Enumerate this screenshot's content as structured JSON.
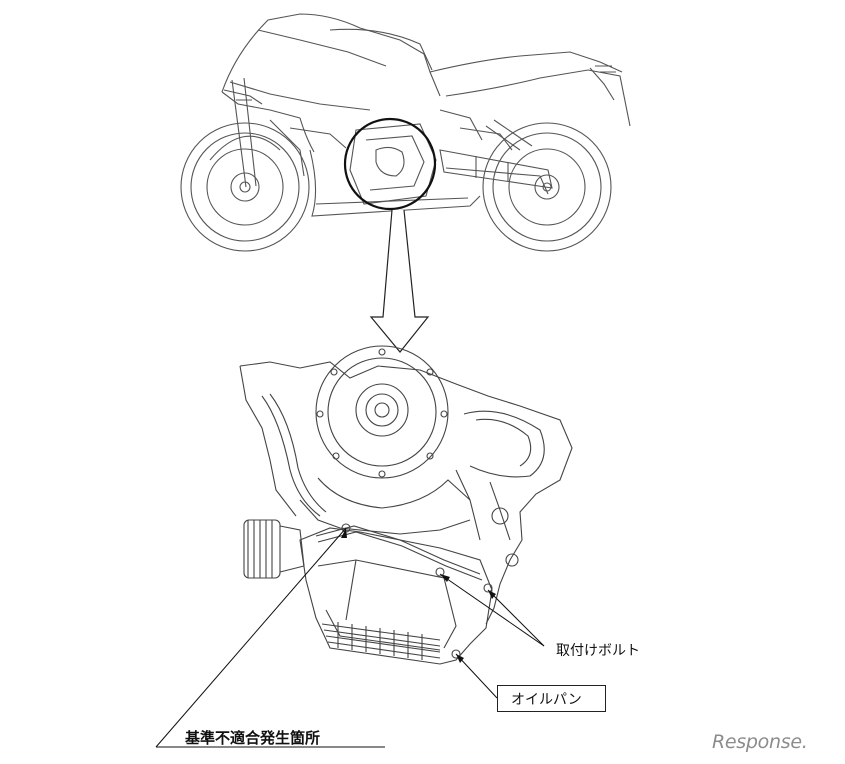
{
  "labels": {
    "mounting_bolt": "取付けボルト",
    "oil_pan": "オイルパン",
    "nonconformity_location": "基準不適合発生箇所"
  },
  "watermark": "Response."
}
